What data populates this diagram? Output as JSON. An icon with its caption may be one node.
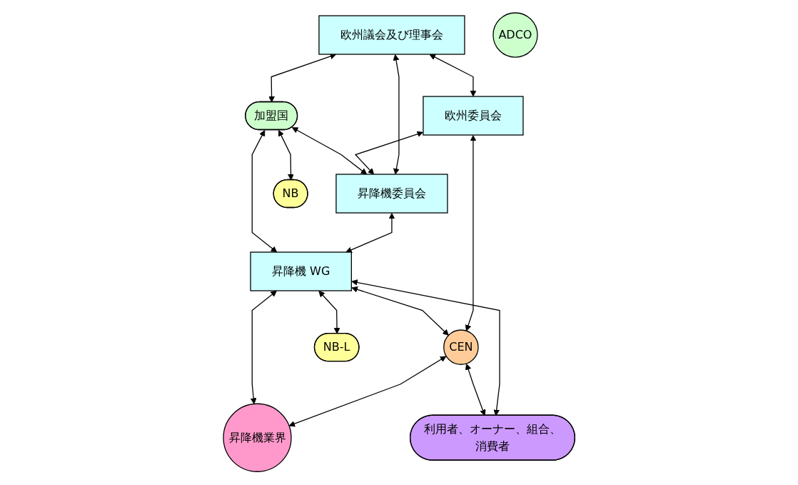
{
  "diagram": {
    "nodes": [
      {
        "text": [
          "欧州議会及び理事会"
        ]
      },
      {
        "text": [
          "欧州委員会"
        ]
      },
      {
        "text": [
          "CEN"
        ]
      },
      {
        "text": [
          "昇降機委員会"
        ]
      },
      {
        "text": [
          "加盟国"
        ]
      },
      {
        "text": [
          "昇降機業界"
        ]
      },
      {
        "text": [
          "ADCO"
        ]
      },
      {
        "text": [
          "昇降機 WG"
        ]
      },
      {
        "text": [
          "NB"
        ]
      },
      {
        "text": [
          "NB-L"
        ]
      },
      {
        "text": [
          "利用者、オーナー、組合、消費者"
        ]
      }
    ],
    "edges": [
      {
        "from": 0,
        "to": 1,
        "arrow": "both"
      },
      {
        "from": 1,
        "to": 2,
        "arrow": "both"
      },
      {
        "from": 0,
        "to": 4,
        "arrow": "both"
      },
      {
        "from": 0,
        "to": 3,
        "arrow": "both"
      },
      {
        "from": 1,
        "to": 3,
        "arrow": "both"
      },
      {
        "from": 4,
        "to": 3,
        "arrow": "both"
      },
      {
        "from": 3,
        "to": 7,
        "arrow": "both"
      },
      {
        "from": 4,
        "to": 7,
        "arrow": "both"
      },
      {
        "from": 7,
        "to": 2,
        "arrow": "both"
      },
      {
        "from": 2,
        "to": 5,
        "arrow": "both"
      },
      {
        "from": 7,
        "to": 5,
        "arrow": "both"
      },
      {
        "from": 4,
        "to": 8,
        "arrow": "both"
      },
      {
        "from": 7,
        "to": 9,
        "arrow": "both"
      },
      {
        "from": 7,
        "to": 10,
        "arrow": "both"
      },
      {
        "from": 2,
        "to": 10,
        "arrow": "both"
      }
    ]
  }
}
